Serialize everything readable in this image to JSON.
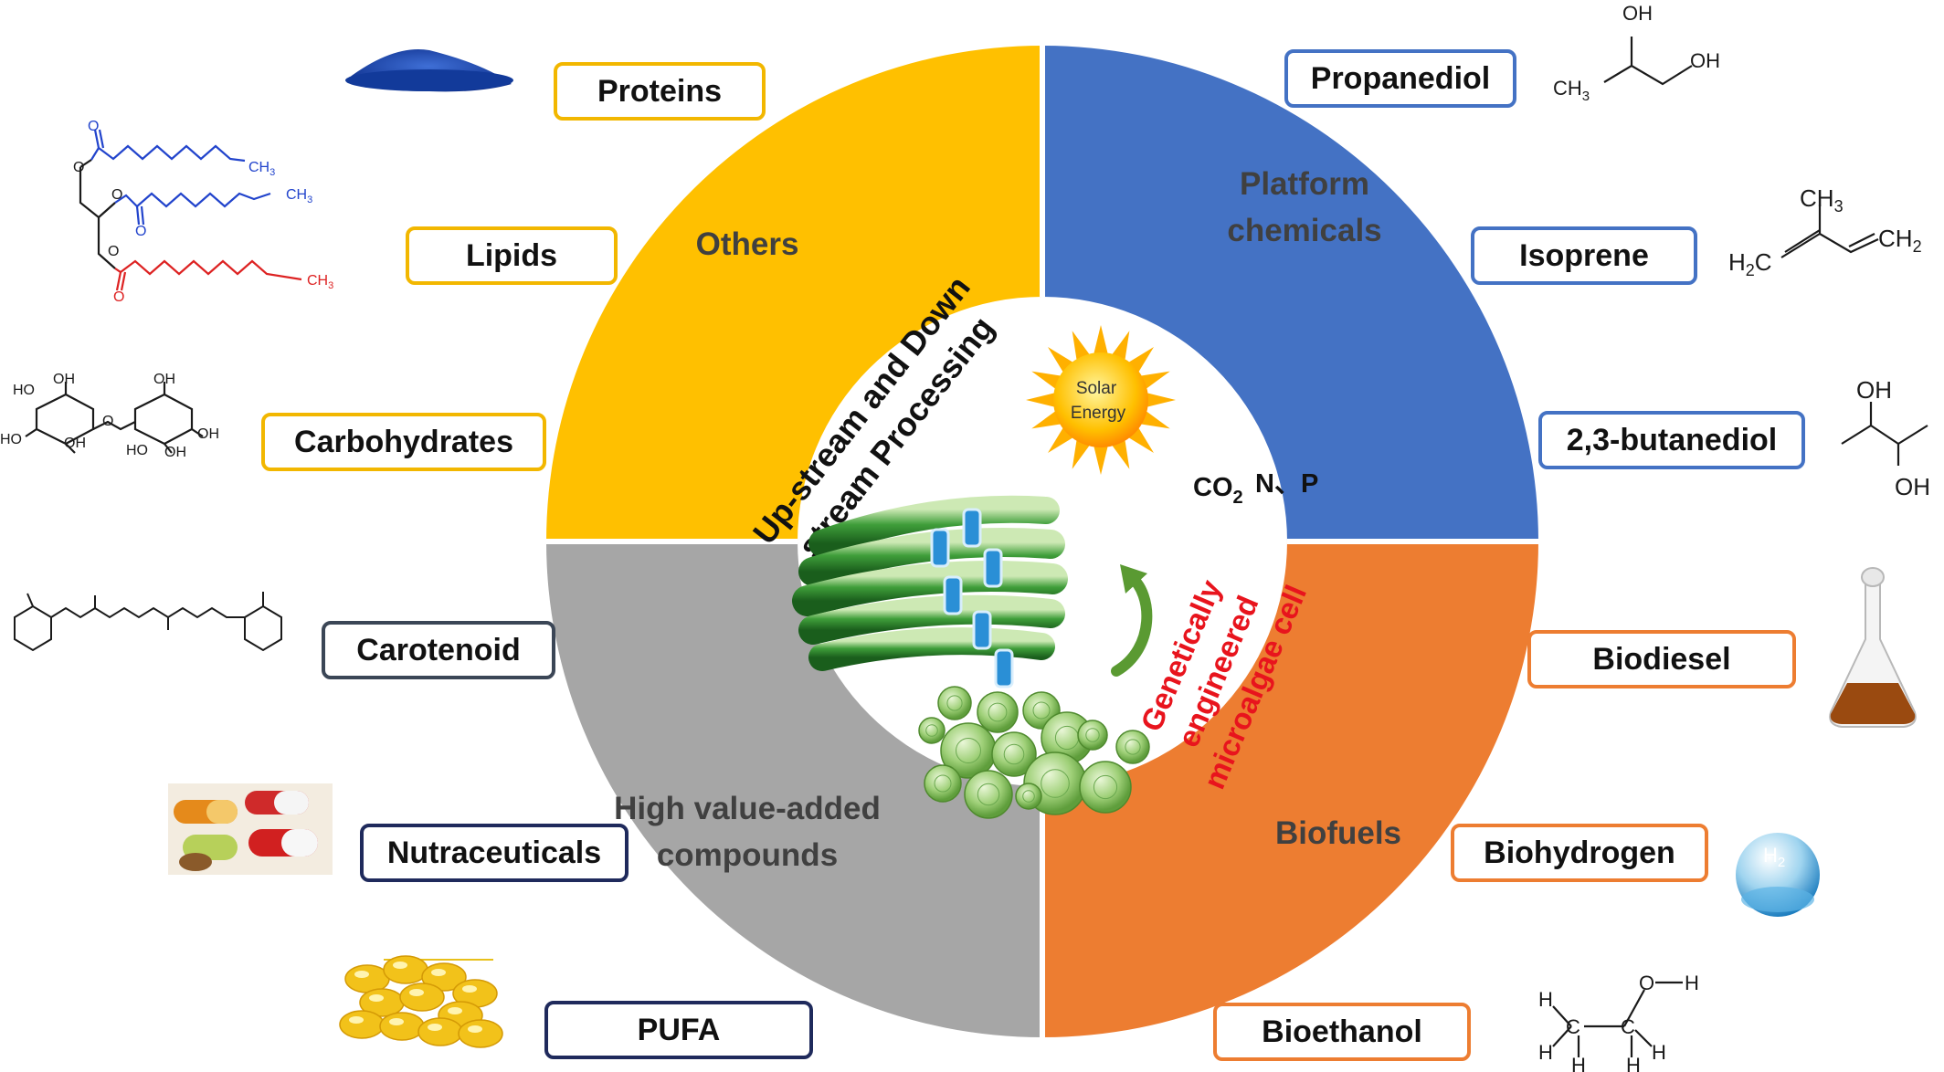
{
  "colors": {
    "others": "#FFC000",
    "platform": "#4472C4",
    "biofuels": "#ED7D31",
    "high_value": "#A6A6A6",
    "segment_text": "#404040",
    "center_red": "#e8141d"
  },
  "segments": {
    "others": "Others",
    "platform": [
      "Platform",
      "chemicals"
    ],
    "biofuels": "Biofuels",
    "high_value": [
      "High value-added",
      "compounds"
    ]
  },
  "center": {
    "title": [
      "Up-stream and Down",
      "stream Processing"
    ],
    "sun": [
      "Solar",
      "Energy"
    ],
    "nutrients": "N、P",
    "co2": "CO",
    "co2_sub": "2",
    "cell": [
      "Genetically",
      "engineered",
      "microalgae cell"
    ]
  },
  "labels": {
    "proteins": "Proteins",
    "lipids": "Lipids",
    "carbohydrates": "Carbohydrates",
    "carotenoid": "Carotenoid",
    "nutraceuticals": "Nutraceuticals",
    "pufa": "PUFA",
    "propanediol": "Propanediol",
    "isoprene": "Isoprene",
    "butanediol": "2,3-butanediol",
    "biodiesel": "Biodiesel",
    "biohydrogen": "Biohydrogen",
    "bioethanol": "Bioethanol"
  },
  "chem": {
    "oh": "OH",
    "ho": "HO",
    "ch3": "CH",
    "sub3": "3",
    "h2c": "H",
    "ch2": "CH",
    "sub2": "2",
    "h": "H",
    "c": "C",
    "o": "O",
    "h2_ball": "H",
    "h2_sub": "2",
    "ch3_sm": "CH"
  },
  "icons": {
    "powder": "protein-powder-icon",
    "sun": "sun-icon",
    "reactor": "photobioreactor-icon",
    "cells": "microalgae-cells-icon",
    "arrow": "cycle-arrow-icon",
    "flask": "oil-flask-icon",
    "h2": "hydrogen-sphere-icon",
    "pills": "pills-icon",
    "capsules": "softgel-capsules-icon"
  }
}
